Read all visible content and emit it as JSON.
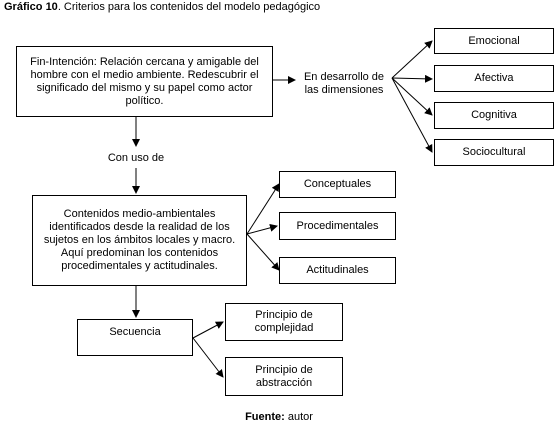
{
  "caption": {
    "number": "Gráfico 10",
    "title": ". Criterios para los contenidos del modelo pedagógico"
  },
  "nodes": {
    "fin": "Fin-Intención: Relación cercana y amigable del hombre con el medio ambiente. Redescubrir el significado del mismo y su papel como actor político.",
    "desarrollo": "En desarrollo de las dimensiones",
    "emocional": "Emocional",
    "afectiva": "Afectiva",
    "cognitiva": "Cognitiva",
    "sociocultural": "Sociocultural",
    "con_uso": "Con uso de",
    "contenidos": "Contenidos medio-ambientales identificados desde la realidad de los sujetos en los ámbitos locales y macro. Aquí predominan los contenidos procedimentales y actitudinales.",
    "conceptuales": "Conceptuales",
    "procedimentales": "Procedimentales",
    "actitudinales": "Actitudinales",
    "secuencia": "Secuencia",
    "complejidad": "Principio de complejidad",
    "abstraccion": "Principio de abstracción"
  },
  "footer": {
    "label": "Fuente:",
    "value": "autor"
  }
}
